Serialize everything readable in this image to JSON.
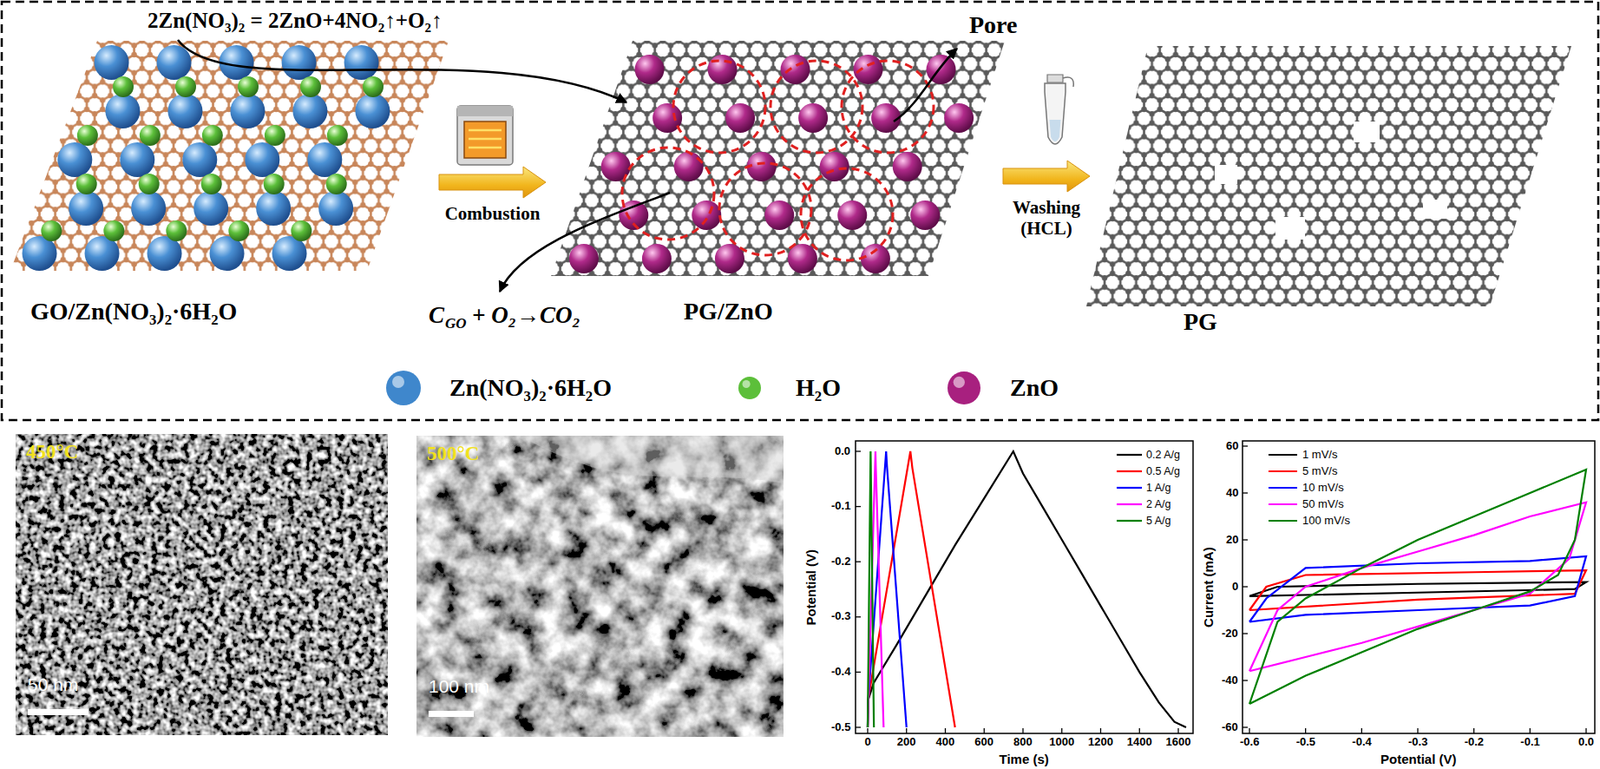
{
  "diagram": {
    "nodes": [
      {
        "text": [
          "GO/Zn(NO₃)₂·6H₂O"
        ]
      },
      {
        "text": [
          "PG/ZnO"
        ]
      },
      {
        "text": [
          "PG"
        ]
      },
      {
        "text": [
          "450°C",
          "50 nm"
        ]
      },
      {
        "text": [
          "500°C",
          "100 nm"
        ]
      }
    ],
    "edges": [
      {
        "from": 0,
        "to": 1,
        "arrow": "to",
        "label": "Combustion"
      },
      {
        "from": 1,
        "to": 2,
        "arrow": "to",
        "label": "Washing (HCL)"
      }
    ],
    "labels": [
      "2Zn(NO₃)₂ = 2ZnO+4NO₂↑+O₂↑",
      "Pore",
      "C",
      "GO",
      "+ O₂→CO₂",
      "Potential (V)",
      "Time (s)",
      "0.0",
      "-0.1",
      "-0.2",
      "-0.3",
      "-0.4",
      "-0.5",
      "0",
      "200",
      "400",
      "600",
      "800",
      "1000",
      "1200",
      "1400",
      "1600",
      "Current (mA)",
      "Potential (V)",
      "60",
      "40",
      "20",
      "0",
      "-20",
      "-40",
      "-60",
      "-0.6",
      "-0.5",
      "-0.4",
      "-0.3",
      "-0.2",
      "-0.1",
      "0.0"
    ],
    "legend": [
      {
        "text": "Zn(NO₃)₂·6H₂O",
        "color": "#3f87cc"
      },
      {
        "text": "H₂O",
        "color": "#5cbf3a"
      },
      {
        "text": "ZnO",
        "color": "#a8207f"
      },
      {
        "text": "0.2 A/g",
        "color": "#000000"
      },
      {
        "text": "0.5 A/g",
        "color": "#ff0000"
      },
      {
        "text": "1 A/g",
        "color": "#0000ff"
      },
      {
        "text": "2 A/g",
        "color": "#ff00ff"
      },
      {
        "text": "5 A/g",
        "color": "#008000"
      },
      {
        "text": "1 mV/s",
        "color": "#000000"
      },
      {
        "text": "5 mV/s",
        "color": "#ff0000"
      },
      {
        "text": "10 mV/s",
        "color": "#0000ff"
      },
      {
        "text": "50 mV/s",
        "color": "#ff00ff"
      },
      {
        "text": "100 mV/s",
        "color": "#008000"
      }
    ]
  }
}
